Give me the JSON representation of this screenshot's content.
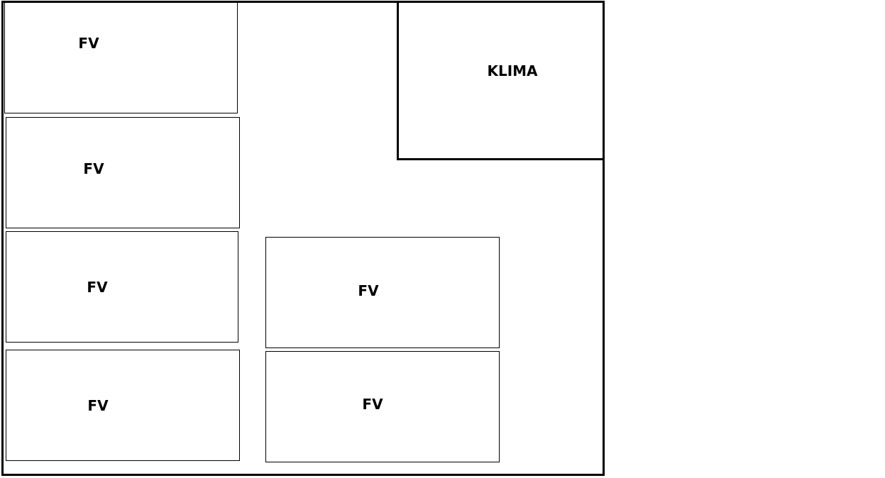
{
  "rooms": {
    "klima_label": "KLIMA",
    "fv_labels": [
      "FV",
      "FV",
      "FV",
      "FV",
      "FV",
      "FV"
    ]
  }
}
